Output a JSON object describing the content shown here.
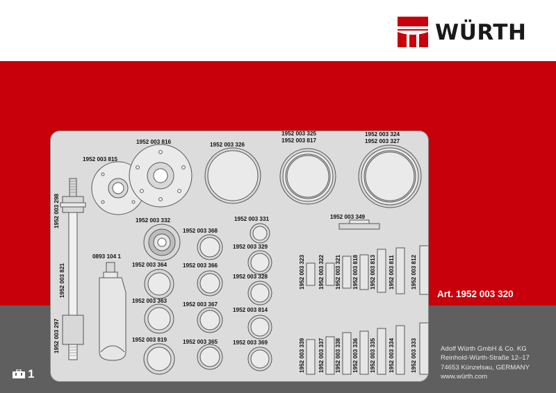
{
  "brand": {
    "name": "WÜRTH",
    "color_red": "#c8000b",
    "color_gray": "#5f5f5f"
  },
  "article": {
    "label": "Art. 1952 003 320"
  },
  "company": {
    "line1": "Adolf Würth GmbH & Co. KG",
    "line2": "Reinhold-Würth-Straße 12–17",
    "line3": "74653 Künzelsau, GERMANY",
    "line4": "www.würth.com"
  },
  "page": {
    "number": "1",
    "icon": "tray-case-icon"
  },
  "parts": {
    "p298": "1952 003 298",
    "p821": "1952 003 821",
    "p297": "1952 003 297",
    "p815": "1952 003 815",
    "p816": "1952 003 816",
    "p326": "1952 003 326",
    "p325": "1952 003 325",
    "p817": "1952 003 817",
    "p324": "1952 003 324",
    "p327": "1952 003 327",
    "p332": "1952 003 332",
    "p368": "1952 003 368",
    "p331": "1952 003 331",
    "p329": "1952 003 329",
    "p349": "1952 003 349",
    "p1041": "0893 104 1",
    "p364": "1952 003 364",
    "p366": "1952 003 366",
    "p328": "1952 003 328",
    "p363": "1952 003 363",
    "p367": "1952 003 367",
    "p814": "1952 003 814",
    "p819": "1952 003 819",
    "p365": "1952 003 365",
    "p369": "1952 003 369",
    "p323": "1952 003 323",
    "p322": "1952 003 322",
    "p321": "1952 003 321",
    "p818": "1952 003 818",
    "p813": "1952 003 813",
    "p811": "1952 003 811",
    "p812": "1952 003 812",
    "p339": "1952 003 339",
    "p337": "1952 003 337",
    "p338": "1952 003 338",
    "p336": "1952 003 336",
    "p335": "1952 003 335",
    "p334": "1952 003 334",
    "p333": "1952 003 333"
  }
}
